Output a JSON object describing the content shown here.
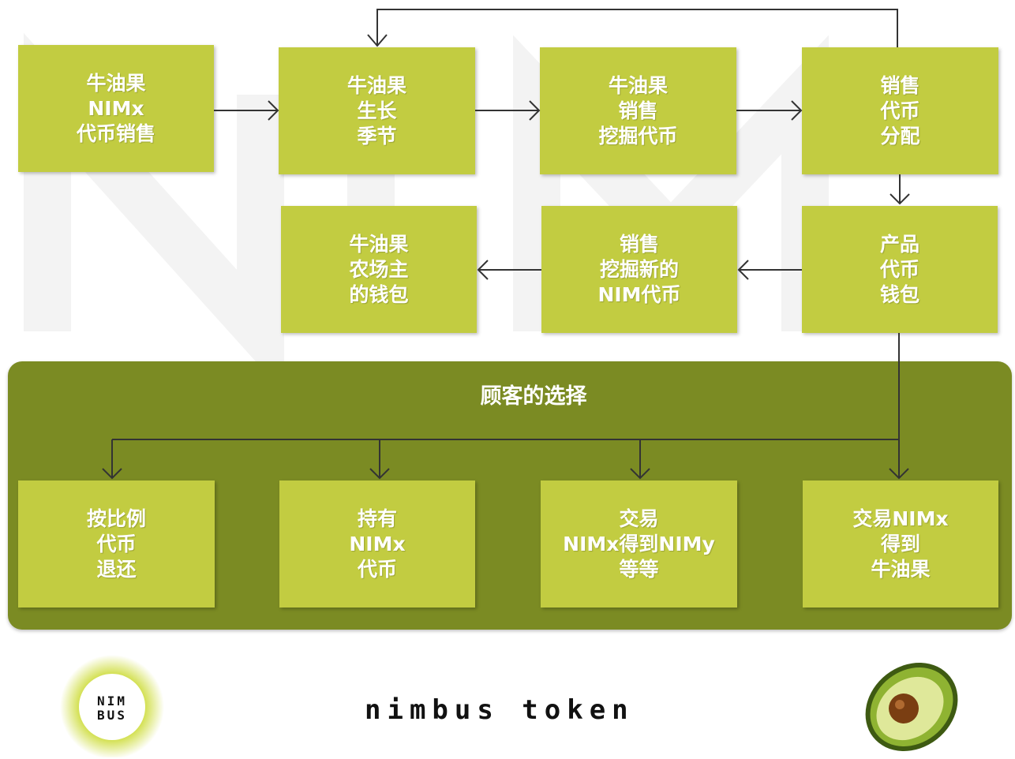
{
  "flow": {
    "box_avocado_nimx_sale": "牛油果\nNIMx\n代币销售",
    "box_growing_season": "牛油果\n生长\n季节",
    "box_sale_mining": "牛油果\n销售\n挖掘代币",
    "box_sale_distribution": "销售\n代币\n分配",
    "box_product_wallet": "产品\n代币\n钱包",
    "box_mine_new_nim": "销售\n挖掘新的\nNIM代币",
    "box_farmer_wallet": "牛油果\n农场主\n的钱包"
  },
  "choices": {
    "title": "顾客的选择",
    "refund": "按比例\n代币\n退还",
    "hold": "持有\nNIMx\n代币",
    "trade": "交易\nNIMx得到NIMy\n等等",
    "redeem": "交易NIMx\n得到\n牛油果"
  },
  "footer": {
    "logo_line1": "NIM",
    "logo_line2": "BUS",
    "brand": "nimbus token"
  },
  "colors": {
    "box": "#c2cc41",
    "panel": "#7b8b23",
    "arrow": "#333333",
    "logo_glow": "#c9d92a"
  }
}
